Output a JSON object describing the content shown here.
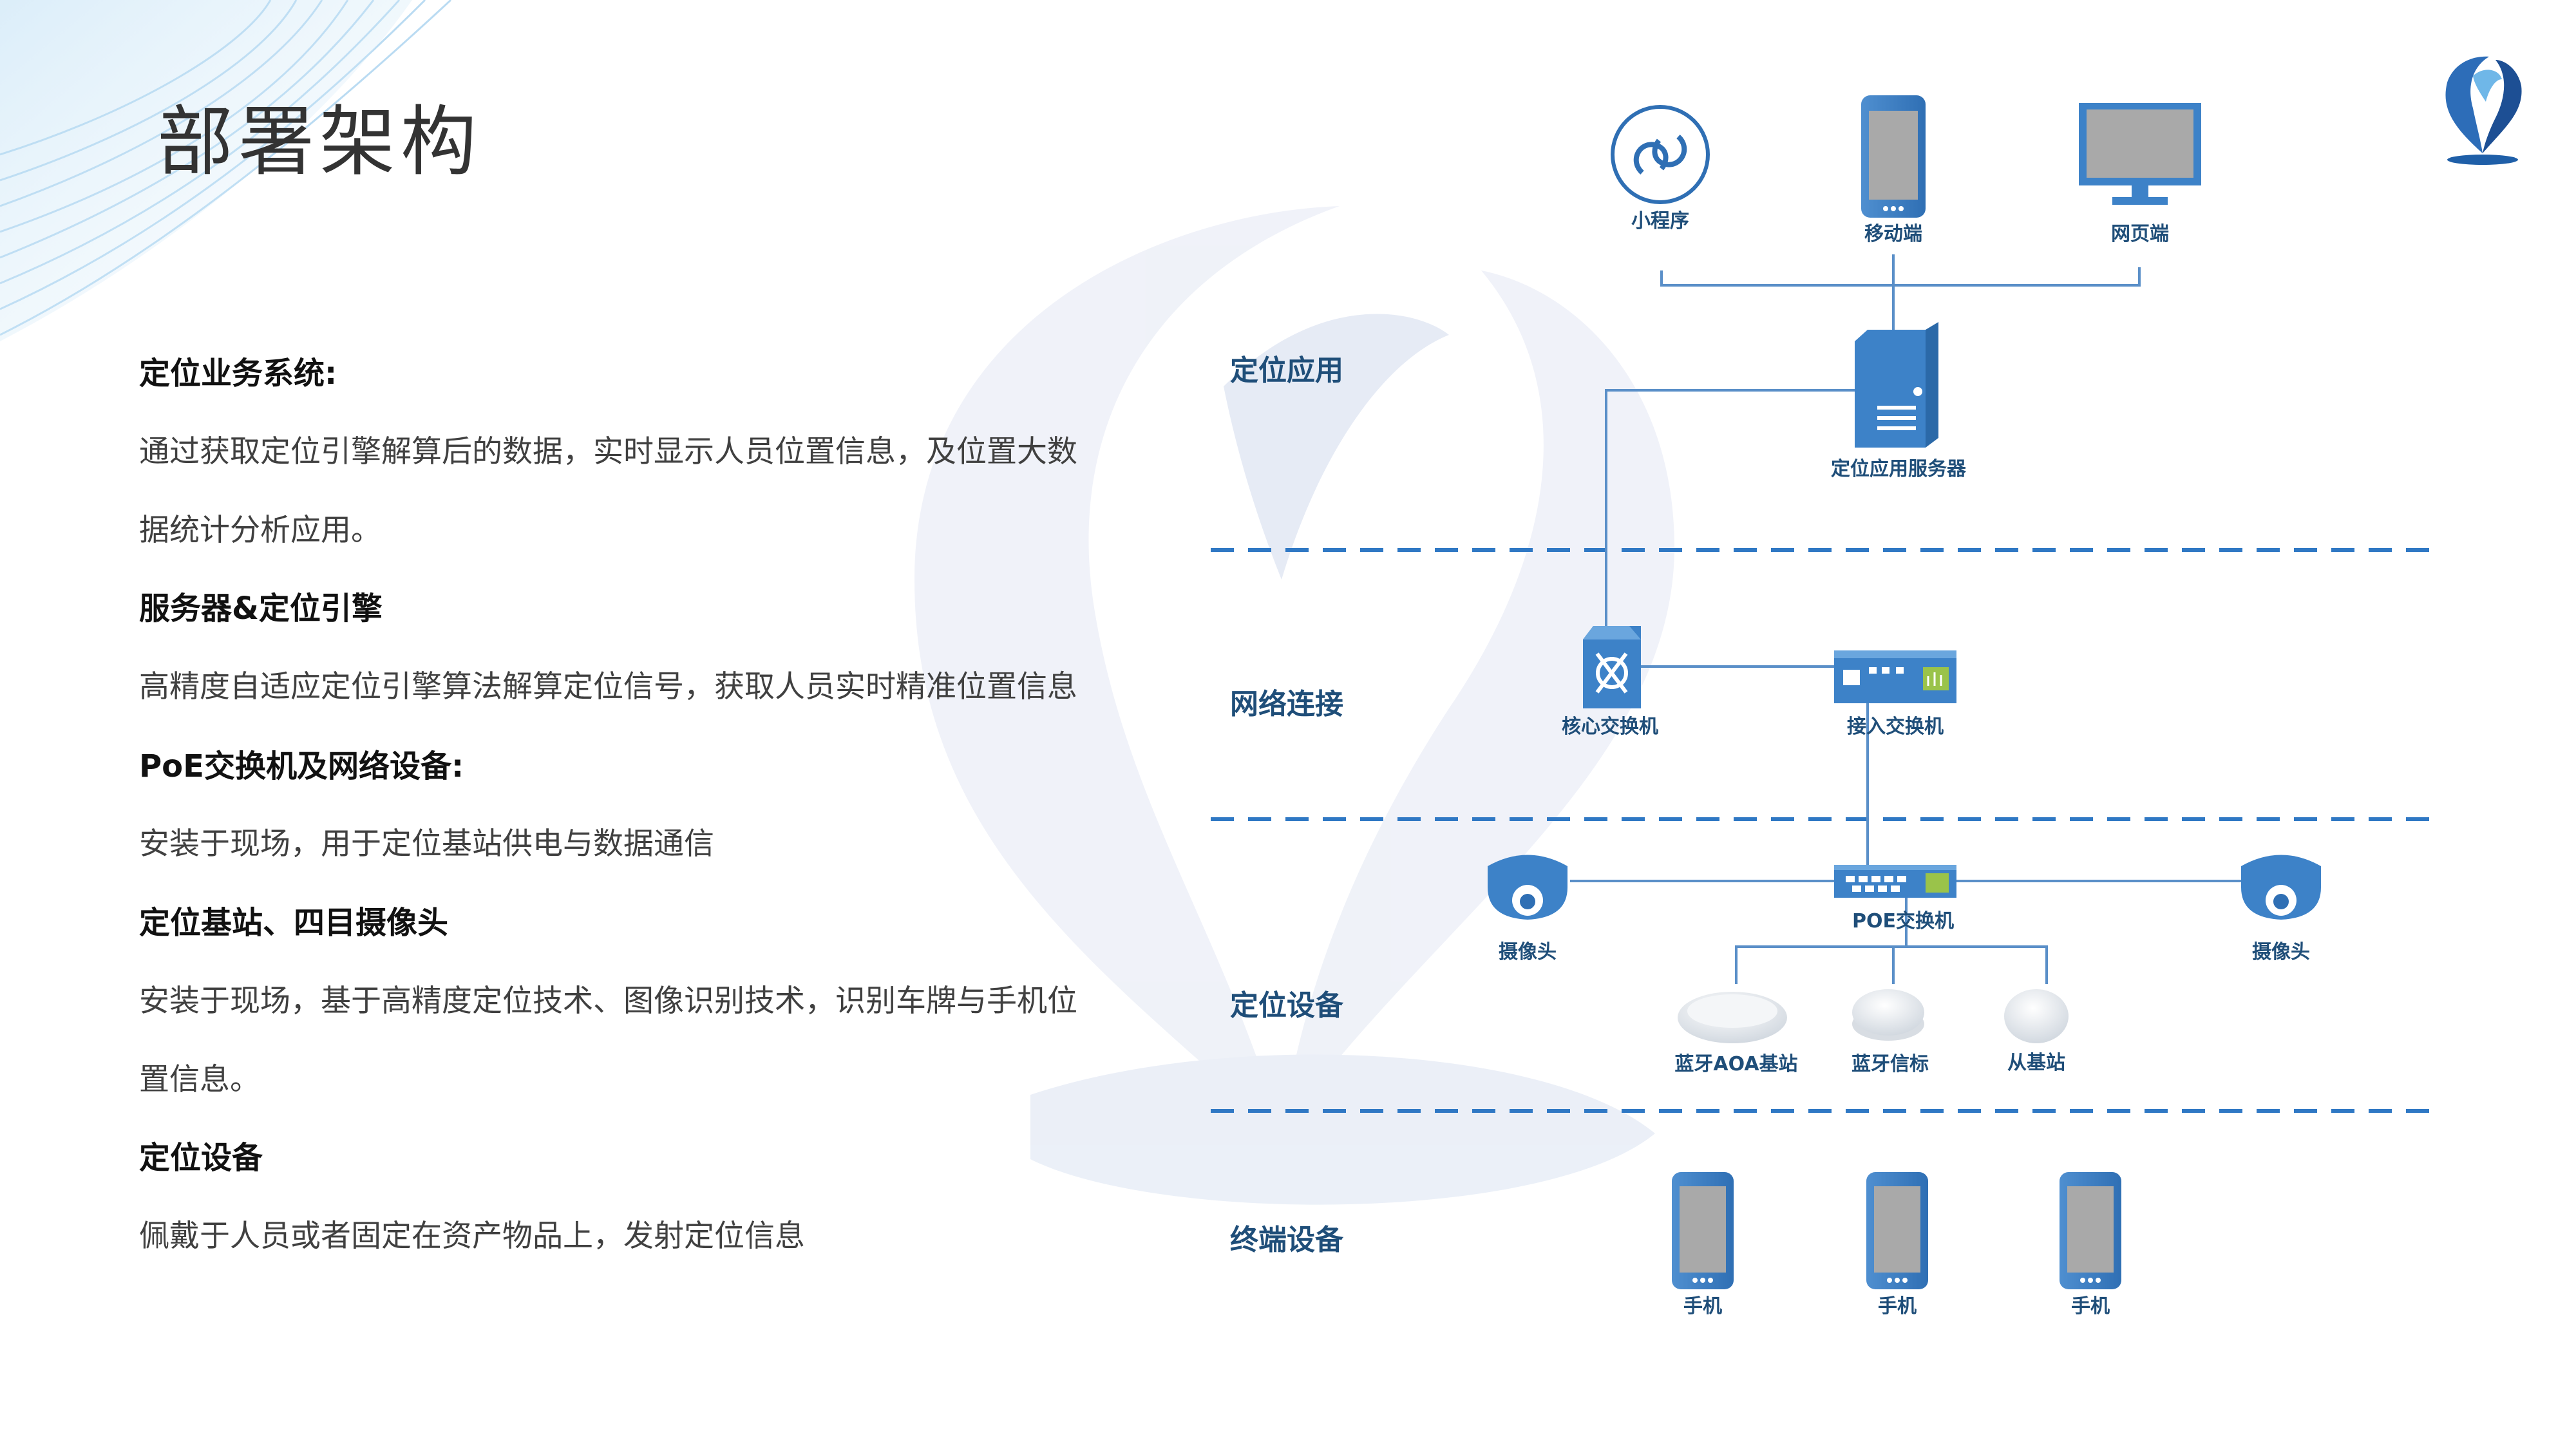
{
  "slide": {
    "title": "部署架构",
    "sections": [
      {
        "heading": "定位业务系统:",
        "lines": [
          "通过获取定位引擎解算后的数据，实时显示人员位置信息，及位置大数",
          "据统计分析应用。"
        ]
      },
      {
        "heading": "服务器&定位引擎",
        "lines": [
          "高精度自适应定位引擎算法解算定位信号，获取人员实时精准位置信息"
        ]
      },
      {
        "heading": "PoE交换机及网络设备:",
        "lines": [
          "安装于现场，用于定位基站供电与数据通信"
        ]
      },
      {
        "heading": "定位基站、四目摄像头",
        "lines": [
          "安装于现场，基于高精度定位技术、图像识别技术，识别车牌与手机位",
          "置信息。"
        ]
      },
      {
        "heading": "定位设备",
        "lines": [
          "佩戴于人员或者固定在资产物品上，发射定位信息"
        ]
      }
    ]
  },
  "diagram": {
    "layers": [
      "定位应用",
      "网络连接",
      "定位设备",
      "终端设备"
    ],
    "nodes": {
      "mini_program": "小程序",
      "mobile": "移动端",
      "web": "网页端",
      "app_server": "定位应用服务器",
      "core_switch": "核心交换机",
      "access_switch": "接入交换机",
      "poe_switch": "POE交换机",
      "camera_left": "摄像头",
      "camera_right": "摄像头",
      "aoa_base": "蓝牙AOA基站",
      "beacon": "蓝牙信标",
      "sub_base": "从基站",
      "phone_1": "手机",
      "phone_2": "手机",
      "phone_3": "手机"
    },
    "colors": {
      "primary_blue": "#3d82c8",
      "dark_blue": "#1f4e79",
      "dashed_line": "#2f78c4",
      "connector": "#5a8fc8"
    }
  }
}
